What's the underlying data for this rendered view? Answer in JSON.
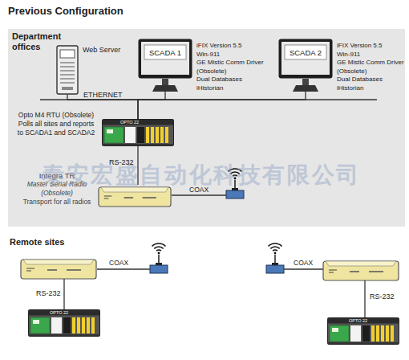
{
  "diagram": {
    "title": "Previous Configuration",
    "nodes": [
      {
        "text": [
          "Department offices"
        ]
      },
      {
        "text": [
          "Web Server"
        ],
        "in": 0
      },
      {
        "text": [
          "SCADA 1",
          "iFIX Version 5.5",
          "Win-911",
          "GE Mistic Comm Driver (Obsolete)",
          "Dual Databases",
          "iHistorian"
        ],
        "in": 0
      },
      {
        "text": [
          "SCADA 2",
          "iFIX Version 5.5",
          "Win-911",
          "GE Mistic Comm Driver (Obsolete)",
          "Dual Databases",
          "iHistorian"
        ],
        "in": 0
      },
      {
        "text": [
          "Opto M4 RTU (Obsolete)",
          "Polls all sites and reports to SCADA1 and SCADA2"
        ],
        "in": 0
      },
      {
        "text": [
          "Integra TR",
          "Master Serial Radio (Obsolete)",
          "Transport for all radios"
        ],
        "in": 0
      }
    ],
    "edges": [
      {
        "from": 4,
        "to": 1,
        "arrow": "none"
      },
      {
        "from": 4,
        "to": 2,
        "arrow": "none"
      },
      {
        "from": 4,
        "to": 3,
        "arrow": "none"
      },
      {
        "from": 4,
        "to": 5,
        "label": "RS-232",
        "arrow": "none"
      }
    ],
    "labels": [
      "ETHERNET",
      "OPTO 22",
      "泰安宏盛自动化科技有限公司",
      "COAX",
      "Remote sites",
      "COAX",
      "COAX",
      "RS-232",
      "RS-232",
      "OPTO 22",
      "OPTO 22"
    ]
  }
}
